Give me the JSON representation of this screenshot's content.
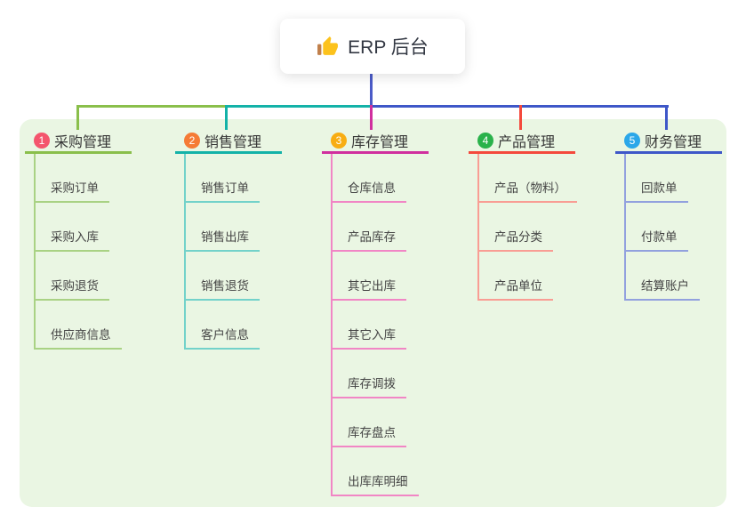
{
  "root": {
    "label": "ERP 后台",
    "icon": "thumbs-up-icon"
  },
  "palette": {
    "root_line": "#4b5bc8",
    "panel_bg": "#eaf6e3"
  },
  "branches": [
    {
      "num": "1",
      "label": "采购管理",
      "badge_color": "#f4556d",
      "line_color": "#8abf4b",
      "sub_line_color": "#a9d284",
      "items": [
        "采购订单",
        "采购入库",
        "采购退货",
        "供应商信息"
      ]
    },
    {
      "num": "2",
      "label": "销售管理",
      "badge_color": "#f57b36",
      "line_color": "#13b2a8",
      "sub_line_color": "#73d2ca",
      "items": [
        "销售订单",
        "销售出库",
        "销售退货",
        "客户信息"
      ]
    },
    {
      "num": "3",
      "label": "库存管理",
      "badge_color": "#f8ad12",
      "line_color": "#d02f9e",
      "sub_line_color": "#f186c5",
      "items": [
        "仓库信息",
        "产品库存",
        "其它出库",
        "其它入库",
        "库存调拨",
        "库存盘点",
        "出库库明细"
      ]
    },
    {
      "num": "4",
      "label": "产品管理",
      "badge_color": "#2ab24b",
      "line_color": "#f4493c",
      "sub_line_color": "#f99d94",
      "items": [
        "产品（物料）",
        "产品分类",
        "产品单位"
      ]
    },
    {
      "num": "5",
      "label": "财务管理",
      "badge_color": "#2ba7e9",
      "line_color": "#3e57c8",
      "sub_line_color": "#92a1de",
      "items": [
        "回款单",
        "付款单",
        "结算账户"
      ]
    }
  ]
}
